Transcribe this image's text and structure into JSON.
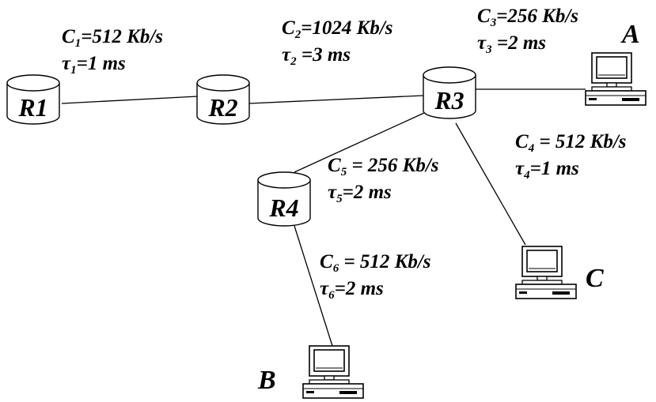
{
  "routers": [
    {
      "name": "R1"
    },
    {
      "name": "R2"
    },
    {
      "name": "R3"
    },
    {
      "name": "R4"
    }
  ],
  "hosts": [
    {
      "name": "A"
    },
    {
      "name": "B"
    },
    {
      "name": "C"
    }
  ],
  "links": [
    {
      "cap_sym": "C",
      "cap_sub": "1",
      "cap_text": "=512 Kb/s",
      "tau_sym": "τ",
      "tau_sub": "1",
      "tau_text": "=1 ms"
    },
    {
      "cap_sym": "C",
      "cap_sub": "2",
      "cap_text": "=1024 Kb/s",
      "tau_sym": "τ",
      "tau_sub": "2",
      "tau_text": " =3 ms"
    },
    {
      "cap_sym": "C",
      "cap_sub": "3",
      "cap_text": "=256 Kb/s",
      "tau_sym": "τ",
      "tau_sub": "3",
      "tau_text": " =2 ms"
    },
    {
      "cap_sym": "C",
      "cap_sub": "4",
      "cap_text": " = 512 Kb/s",
      "tau_sym": "τ",
      "tau_sub": "4",
      "tau_text": "=1 ms"
    },
    {
      "cap_sym": "C",
      "cap_sub": "5",
      "cap_text": " = 256 Kb/s",
      "tau_sym": "τ",
      "tau_sub": "5",
      "tau_text": "=2 ms"
    },
    {
      "cap_sym": "C",
      "cap_sub": "6",
      "cap_text": " = 512 Kb/s",
      "tau_sym": "τ",
      "tau_sub": "6",
      "tau_text": "=2 ms"
    }
  ]
}
